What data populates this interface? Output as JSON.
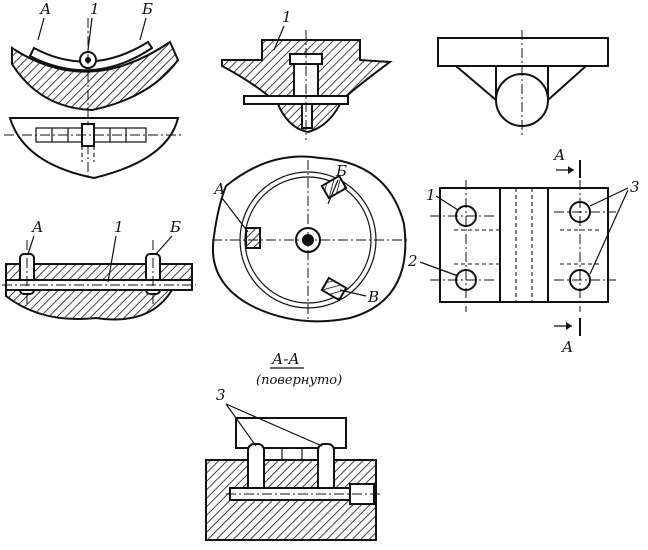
{
  "labels": {
    "fig1_a": "А",
    "fig1_1": "1",
    "fig1_b": "Б",
    "fig3_a": "А",
    "fig3_1": "1",
    "fig3_b": "Б",
    "fig2_1": "1",
    "fig2_b": "Б",
    "fig2_a": "А",
    "fig2_v": "В",
    "fig4_a_top": "А",
    "fig4_a_bot": "А",
    "fig4_1": "1",
    "fig4_2": "2",
    "fig4_3": "3",
    "sec_title": "А-А",
    "sec_sub": "(повернуто)",
    "sec_3": "3"
  }
}
